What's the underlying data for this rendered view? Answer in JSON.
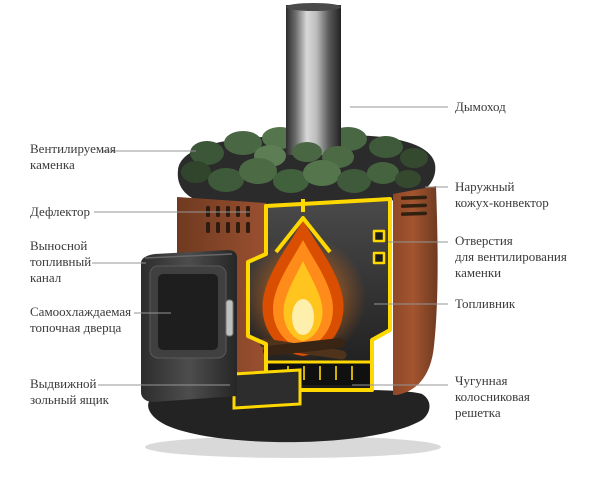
{
  "diagram": {
    "labels": {
      "left": [
        {
          "id": "stone-compartment",
          "text": "Вентилируемая\nкаменка"
        },
        {
          "id": "deflector",
          "text": "Дефлектор"
        },
        {
          "id": "fuel-channel",
          "text": "Выносной\nтопливный\nканал"
        },
        {
          "id": "stove-door",
          "text": "Самоохлаждаемая\nтопочная дверца"
        },
        {
          "id": "ash-box",
          "text": "Выдвижной\nзольный ящик"
        }
      ],
      "right": [
        {
          "id": "chimney",
          "text": "Дымоход"
        },
        {
          "id": "outer-casing",
          "text": "Наружный\nкожух-конвектор"
        },
        {
          "id": "vent-holes",
          "text": "Отверстия\nдля вентилирования\nкаменки"
        },
        {
          "id": "firebox",
          "text": "Топливник"
        },
        {
          "id": "grate",
          "text": "Чугунная\nколосниковая\nрешетка"
        }
      ]
    },
    "colors": {
      "background": "#ffffff",
      "body_brown": "#9a5030",
      "cut_edge_yellow": "#ffd800",
      "flame_orange": "#ff8c1a",
      "stones_green": "#4c6b45",
      "metal_dark": "#2b2b2b",
      "label_text": "#3a3a3a",
      "leader_line": "#949494"
    },
    "illustration_parts": [
      "chimney-pipe",
      "stones",
      "stove-body",
      "deflector-vents",
      "cutaway-firebox",
      "flame",
      "logs",
      "grate",
      "ash-drawer",
      "fuel-channel",
      "stove-door",
      "base"
    ]
  }
}
